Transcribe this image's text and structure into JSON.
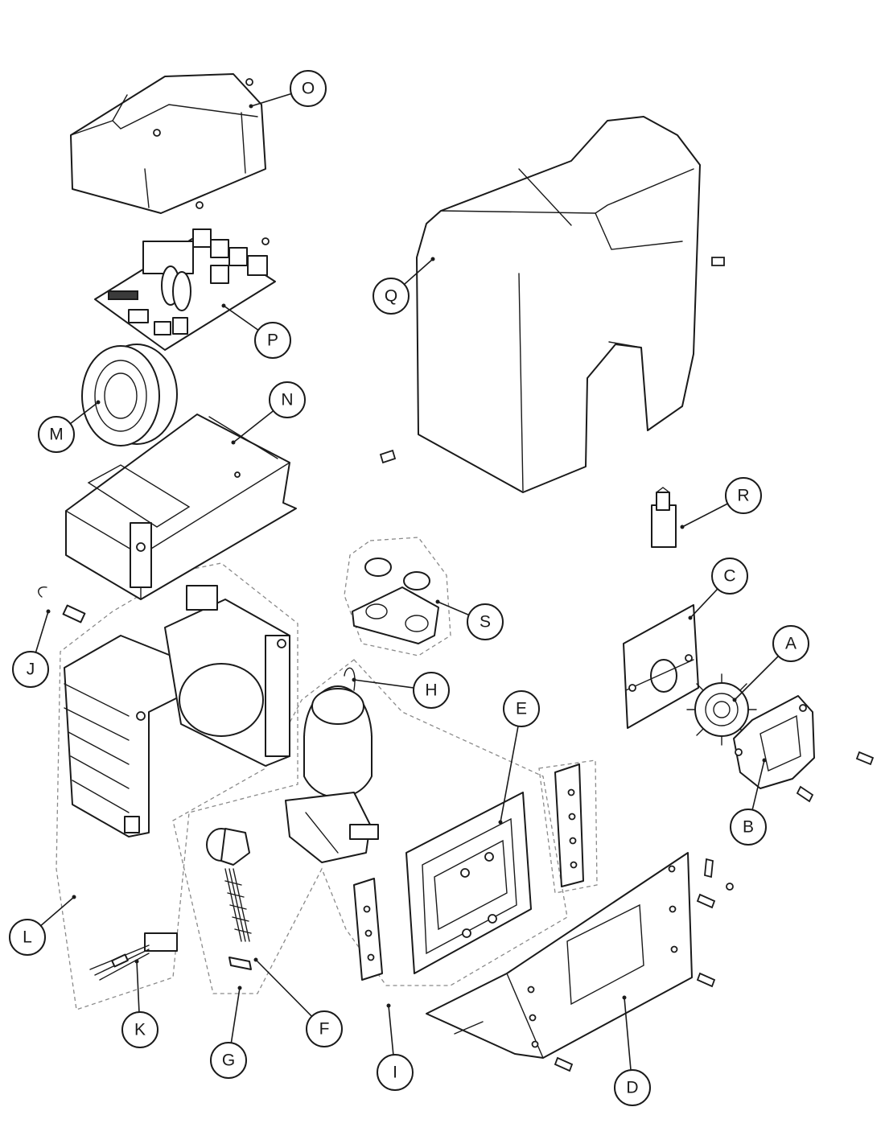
{
  "diagram": {
    "callouts": [
      {
        "id": "A",
        "label": "A"
      },
      {
        "id": "B",
        "label": "B"
      },
      {
        "id": "C",
        "label": "C"
      },
      {
        "id": "D",
        "label": "D"
      },
      {
        "id": "E",
        "label": "E"
      },
      {
        "id": "F",
        "label": "F"
      },
      {
        "id": "G",
        "label": "G"
      },
      {
        "id": "H",
        "label": "H"
      },
      {
        "id": "I",
        "label": "I"
      },
      {
        "id": "J",
        "label": "J"
      },
      {
        "id": "K",
        "label": "K"
      },
      {
        "id": "L",
        "label": "L"
      },
      {
        "id": "M",
        "label": "M"
      },
      {
        "id": "N",
        "label": "N"
      },
      {
        "id": "O",
        "label": "O"
      },
      {
        "id": "P",
        "label": "P"
      },
      {
        "id": "Q",
        "label": "Q"
      },
      {
        "id": "R",
        "label": "R"
      },
      {
        "id": "S",
        "label": "S"
      }
    ]
  }
}
